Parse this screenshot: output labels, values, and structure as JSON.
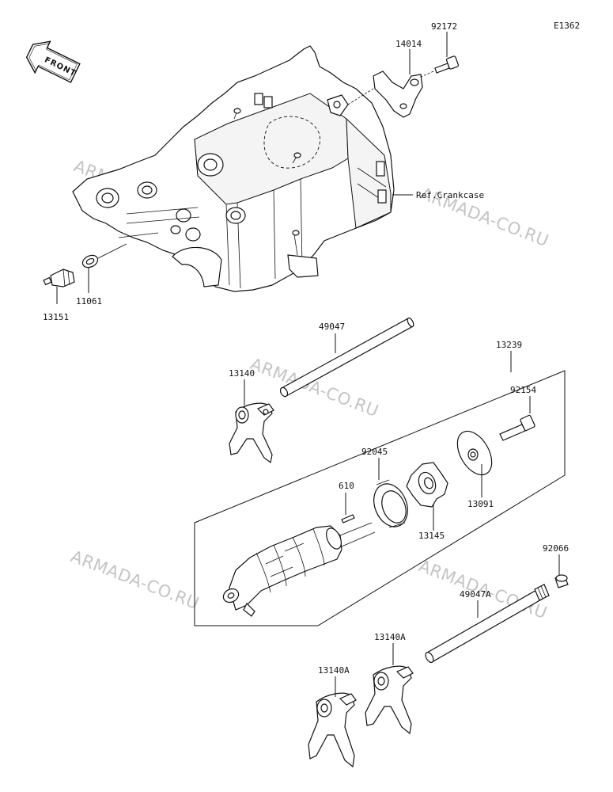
{
  "diagram": {
    "code": "E1362",
    "front_label": "FRONT",
    "ref_label": "Ref.Crankcase",
    "watermark": "ARMADA-CO.RU",
    "parts": {
      "p92172": "92172",
      "p14014": "14014",
      "p13151": "13151",
      "p11061": "11061",
      "p49047": "49047",
      "p13239": "13239",
      "p13140": "13140",
      "p92154": "92154",
      "p92045": "92045",
      "p610": "610",
      "p13091": "13091",
      "p13145": "13145",
      "p92066": "92066",
      "p49047A": "49047A",
      "p13140A_right": "13140A",
      "p13140A_left": "13140A"
    }
  }
}
